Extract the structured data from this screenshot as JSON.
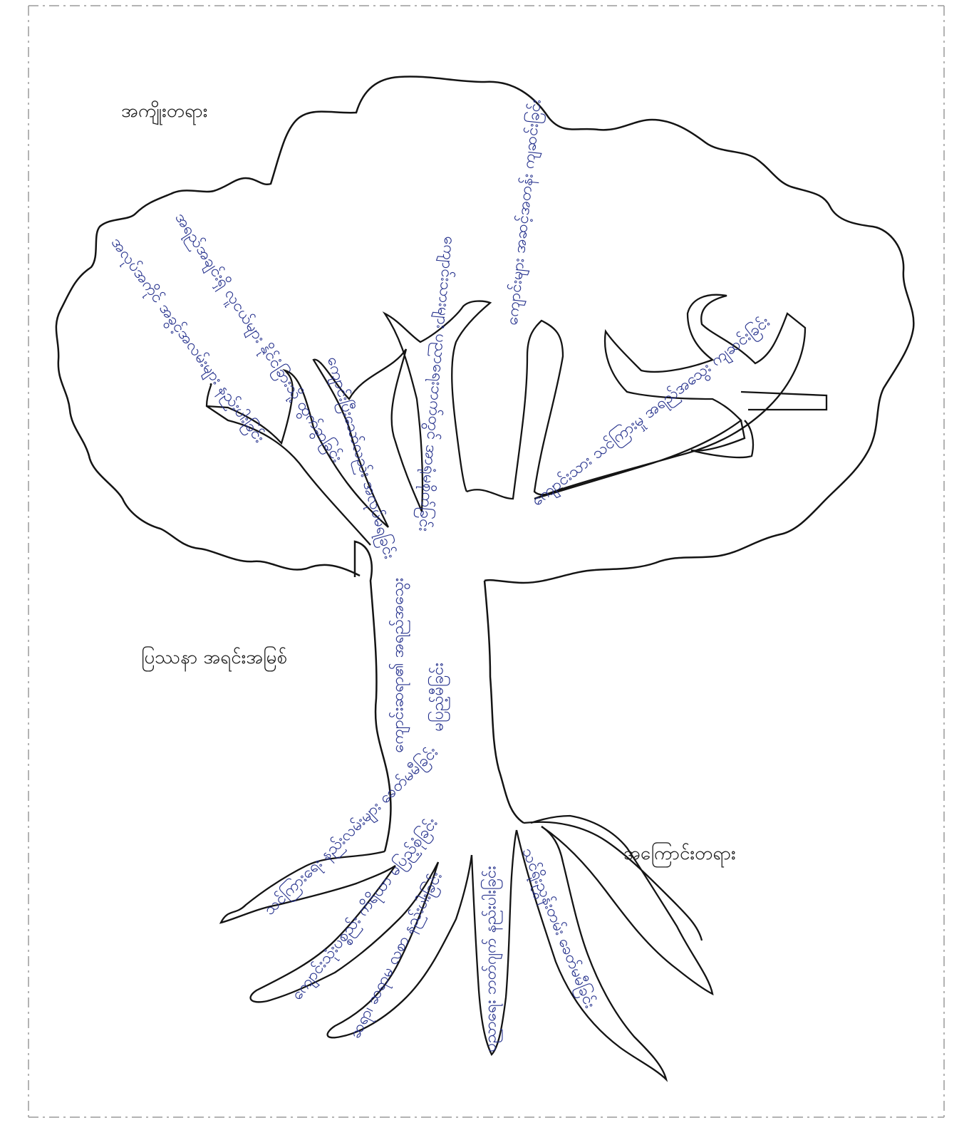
{
  "labels": {
    "top_left": "အကျိုးတရား",
    "middle_left": "ပြဿနာ အရင်းအမြစ်",
    "bottom_right": "အကြောင်းတရား"
  },
  "handwriting": {
    "branch_1": "အလုပ်အကိုင် အခွင့်အလမ်းများ နည်းပါးခြင်း",
    "branch_2": "အရည်အချင်းရှိ လူငယ်များ နိုင်ငံခြားသို့ ထွက်ခွာခြင်း",
    "branch_3": "ကျောင်းပြီးသော်လည်း အလုပ်မရခြင်း",
    "branch_4": "ကျောင်းသားများ ပညာရေးဘက်တွင် အာရုံမစိုက်ခြင်း",
    "branch_5": "ကျောင်းများ အဆင့်အတန်း ကျဆင်းခြင်း",
    "branch_6": "ကျောင်းသား သင်ကြားမှု အရည်အသွေး ကျဆင်းခြင်း",
    "trunk_1": "ကျောင်းဆရာ၏ အရည်အသွေး",
    "trunk_2": "မပြည့်မီခြင်း",
    "root_1": "သင်ကြားရေး နည်းလမ်းများ ခေတ်မမီခြင်း",
    "root_2": "ကျောင်းသုံးပစ္စည်း ကိရိယာ မပြည့်စုံခြင်း",
    "root_3": "ဆရာ၊ ဆရာမ လစာ နည်းပါးခြင်း",
    "root_4": "ပညာရေး ဘတ်ဂျက် နည်းပါးခြင်း",
    "root_5": "သင်ရိုးညွှန်းတမ်း ခေတ်မမီခြင်း"
  },
  "colors": {
    "outline": "#141414",
    "handwriting": "#24308c",
    "frame": "#9a9a9a"
  }
}
